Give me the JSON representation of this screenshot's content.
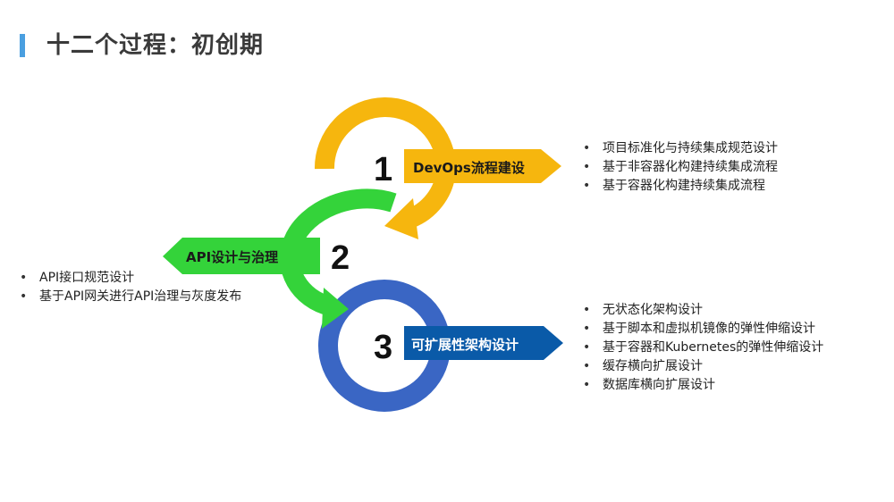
{
  "page": {
    "title": "十二个过程：初创期",
    "accent_color": "#4a9fe0"
  },
  "steps": [
    {
      "number": "1",
      "label": "DevOps流程建设",
      "color": "#f6b60e",
      "label_text_color": "#1a1a1a",
      "bullets": [
        "项目标准化与持续集成规范设计",
        "基于非容器化构建持续集成流程",
        "基于容器化构建持续集成流程"
      ]
    },
    {
      "number": "2",
      "label": "API设计与治理",
      "color": "#34d33a",
      "label_text_color": "#1a1a1a",
      "bullets": [
        "API接口规范设计",
        "基于API网关进行API治理与灰度发布"
      ]
    },
    {
      "number": "3",
      "label": "可扩展性架构设计",
      "color": "#3a66c4",
      "label_color": "#0a5aa8",
      "label_text_color": "#ffffff",
      "bullets": [
        "无状态化架构设计",
        "基于脚本和虚拟机镜像的弹性伸缩设计",
        "基于容器和Kubernetes的弹性伸缩设计",
        "缓存横向扩展设计",
        "数据库横向扩展设计"
      ]
    }
  ]
}
